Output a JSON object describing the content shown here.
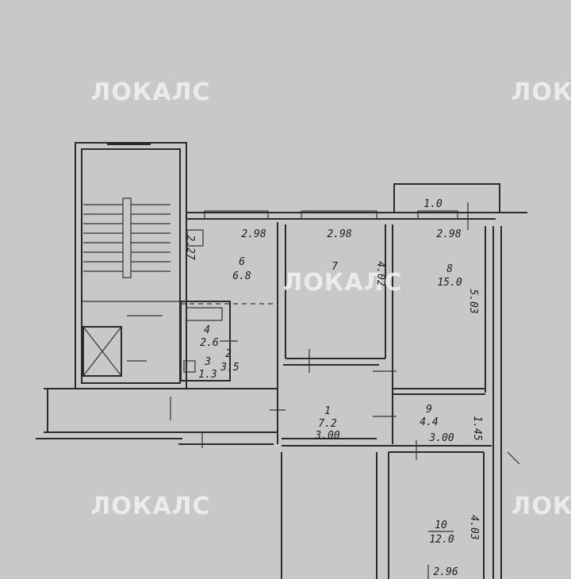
{
  "watermark": "ЛОКАЛС",
  "rooms": [
    {
      "num": "6",
      "area": "6.8"
    },
    {
      "num": "7",
      "area": ""
    },
    {
      "num": "8",
      "area": "15.0"
    },
    {
      "num": "4",
      "area": "2.6"
    },
    {
      "num": "3",
      "area": "1.3"
    },
    {
      "num": "2",
      "area": "3.5"
    },
    {
      "num": "1",
      "area": "7.2"
    },
    {
      "num": "9",
      "area": "4.4"
    },
    {
      "num": "10",
      "area": "12.0"
    }
  ],
  "dimensions": {
    "kitchen_width": "2.98",
    "room7_width": "2.98",
    "room8_width": "2.98",
    "balcony": "1.0",
    "hall_width": "3.00",
    "room9_width": "3.00",
    "room8_length": "5.03",
    "room7_length": "4.02",
    "room9_length": "1.45",
    "room10_length": "4.03",
    "kitchen_side": "2.27",
    "room10_width": "2.96"
  }
}
